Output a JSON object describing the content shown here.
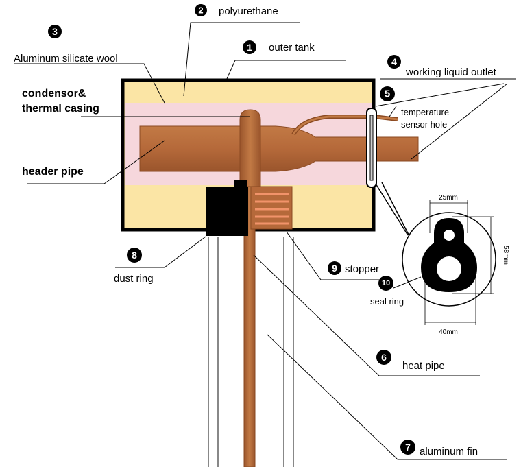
{
  "labels": {
    "polyurethane": {
      "num": "2",
      "text": "polyurethane"
    },
    "aluminum_silicate_wool": {
      "num": "3",
      "text": "Aluminum silicate wool"
    },
    "outer_tank": {
      "num": "1",
      "text": "outer tank"
    },
    "working_liquid_outlet": {
      "num": "4",
      "text": "working liquid outlet"
    },
    "temperature_sensor_hole": {
      "num": "5",
      "line1": "temperature",
      "line2": "sensor hole"
    },
    "condensor": {
      "line1": "condensor&",
      "line2": "thermal casing"
    },
    "header_pipe": {
      "text": "header pipe"
    },
    "dust_ring": {
      "num": "8",
      "text": "dust ring"
    },
    "stopper": {
      "num": "9",
      "text": "stopper"
    },
    "seal_ring": {
      "num": "10",
      "text": "seal ring"
    },
    "heat_pipe": {
      "num": "6",
      "text": "heat pipe"
    },
    "aluminum_fin": {
      "num": "7",
      "text": "aluminum fin"
    }
  },
  "dimensions": {
    "top": "25mm",
    "right": "58mm",
    "bottom": "40mm"
  },
  "colors": {
    "tank_outline": "#000000",
    "polyurethane": "#fbe5a5",
    "casing": "#f6d7dc",
    "copper": "#b5693a",
    "copper_dark": "#8b4a22",
    "stopper_lines": "#e98a5b"
  }
}
